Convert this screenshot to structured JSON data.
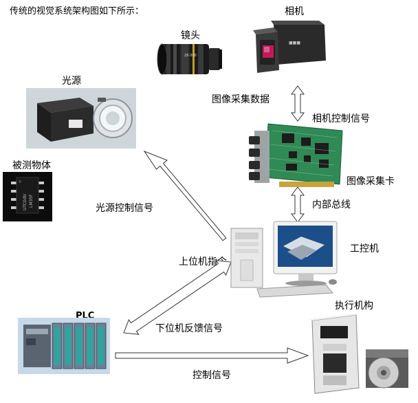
{
  "intro": "传统的视觉系统架构图如下所示：",
  "labels": {
    "camera": "相机",
    "lens": "镜头",
    "light": "光源",
    "object": "被测物体",
    "capture_data": "图像采集数据",
    "camera_control": "相机控制信号",
    "capture_card": "图像采集卡",
    "internal_bus": "内部总线",
    "light_control": "光源控制信号",
    "ipc": "工控机",
    "upper_cmd": "上位机指令",
    "lower_feedback": "下位机反馈信号",
    "plc": "PLC",
    "actuator": "执行机构",
    "control_signal": "控制信号"
  },
  "chip_text": [
    "UTC0dtr",
    "LM35F"
  ],
  "colors": {
    "arrow_stroke": "#333333",
    "arrow_fill": "#ffffff",
    "text": "#000000"
  }
}
